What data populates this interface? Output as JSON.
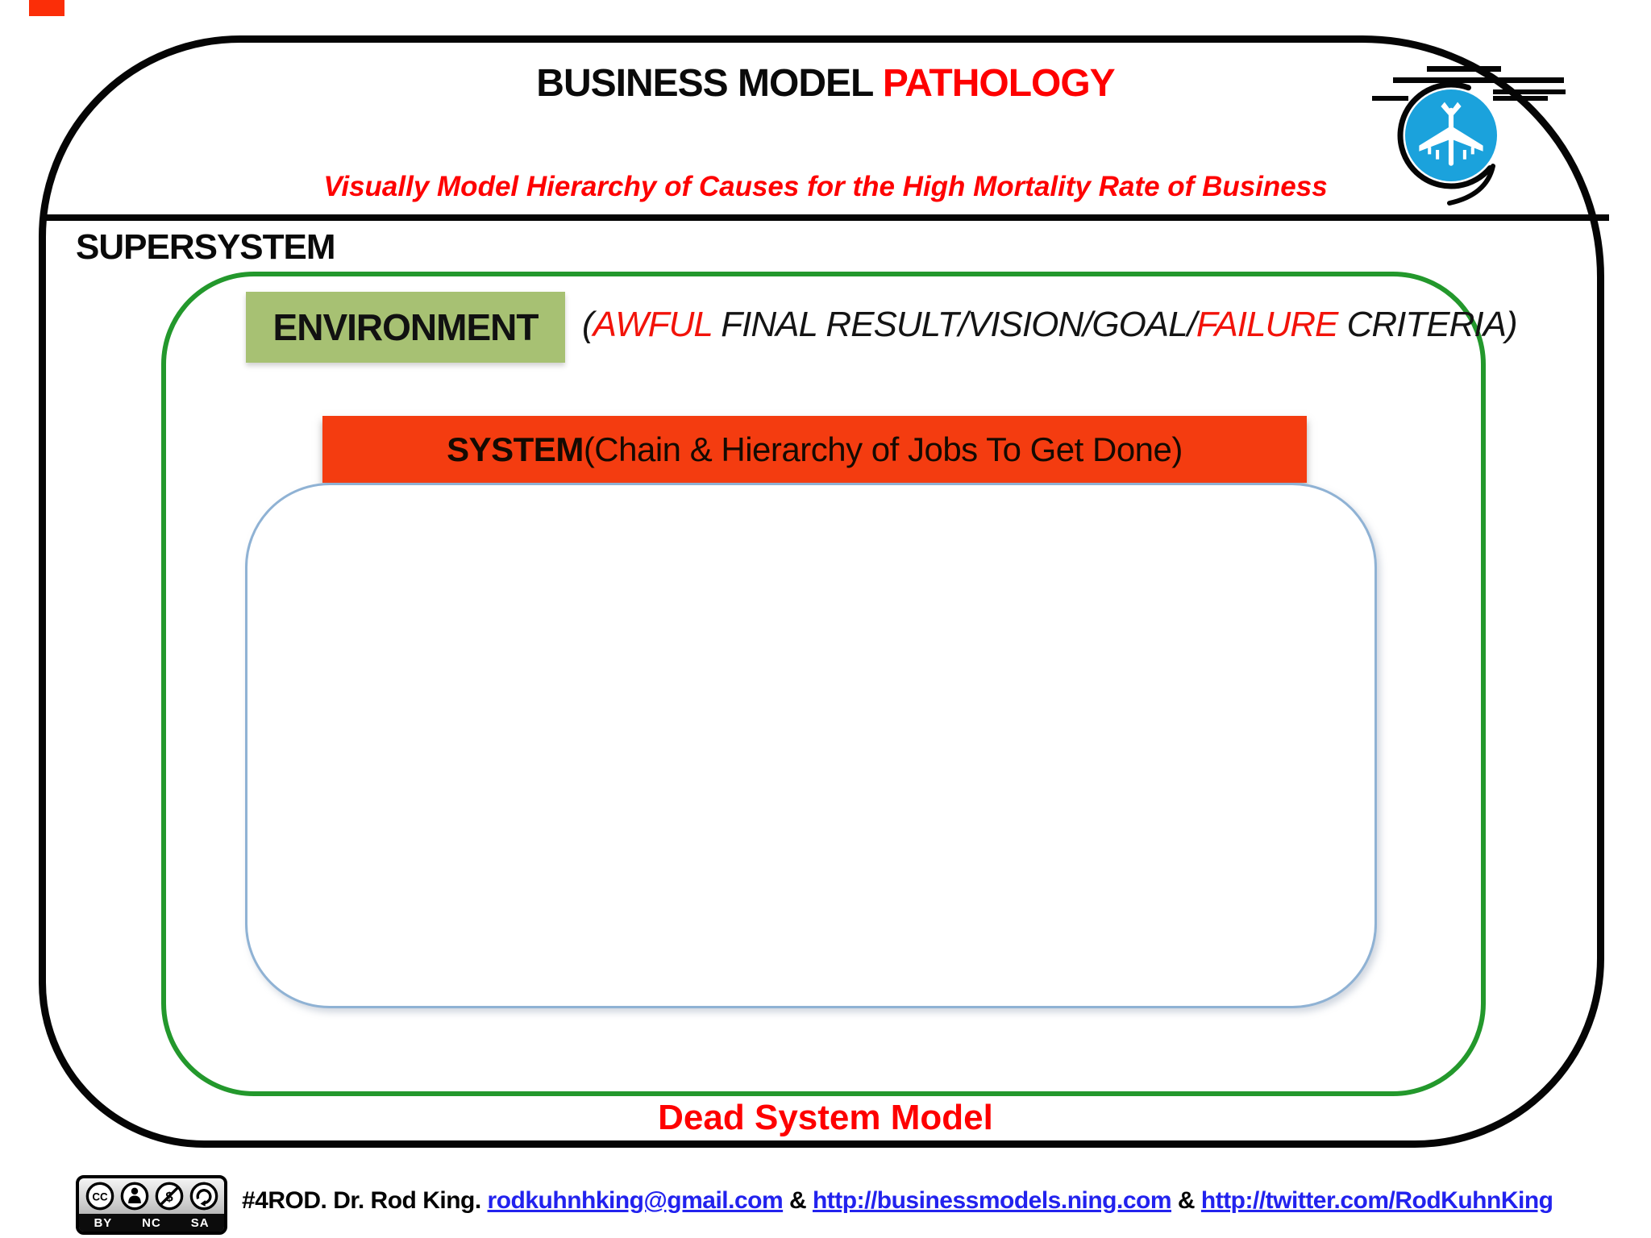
{
  "header": {
    "title_black": "BUSINESS MODEL ",
    "title_red": "PATHOLOGY",
    "subtitle": "Visually Model Hierarchy of Causes for the High Mortality Rate of Business"
  },
  "supersystem": {
    "label": "SUPERSYSTEM"
  },
  "environment": {
    "label": "ENVIRONMENT",
    "note_open": "(",
    "note_awful": "AWFUL",
    "note_mid": " FINAL RESULT/VISION/GOAL/",
    "note_failure": "FAILURE",
    "note_close": " CRITERIA)"
  },
  "system": {
    "label_bold": "SYSTEM",
    "label_rest": " (Chain & Hierarchy of Jobs To Get Done)"
  },
  "dead_system_label": "Dead System Model",
  "footer": {
    "license": {
      "by": "BY",
      "nc": "NC",
      "sa": "SA"
    },
    "prefix": "#4ROD. Dr. Rod King. ",
    "email_link": "rodkuhnhking@gmail.com",
    "sep1": " & ",
    "link_ning": "http://businessmodels.ning.com",
    "sep2": " & ",
    "link_twitter": "http://twitter.com/RodKuhnKing"
  },
  "icons": {
    "logo": "airplane-icon",
    "license": [
      "cc-icon",
      "attribution-person-icon",
      "noncommercial-dollar-icon",
      "sharealike-arrow-icon"
    ]
  },
  "colors": {
    "accent_red": "#FE0000",
    "system_bar_red": "#F43C10",
    "environment_fill": "#A7C173",
    "environment_frame_green": "#23982C",
    "inner_box_border_blue": "#8FB2D4",
    "logo_blue": "#1BA2DC",
    "link_blue": "#2222EE"
  }
}
